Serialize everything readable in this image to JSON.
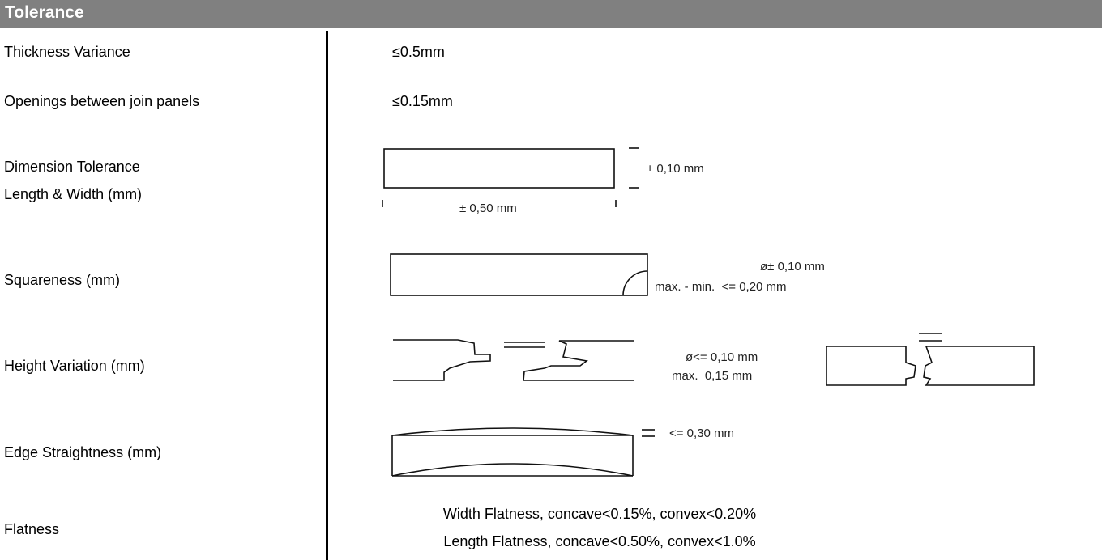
{
  "header": {
    "title": "Tolerance"
  },
  "rows": [
    {
      "label": "Thickness Variance",
      "value": "≤0.5mm"
    },
    {
      "label": "Openings between join panels",
      "value": "≤0.15mm"
    },
    {
      "label_line1": "Dimension Tolerance",
      "label_line2": "Length & Width (mm)",
      "thickness_tol": "± 0,10 mm",
      "length_tol": "± 0,50 mm"
    },
    {
      "label": "Squareness (mm)",
      "line1": "ø± 0,10 mm",
      "line2": "max. - min.  <= 0,20 mm"
    },
    {
      "label": "Height Variation (mm)",
      "line1": "ø<= 0,10 mm",
      "line2": "max.  0,15 mm"
    },
    {
      "label": "Edge Straightness (mm)",
      "line1": "<= 0,30 mm"
    },
    {
      "label": "Flatness",
      "line1": "Width Flatness, concave<0.15%, convex<0.20%",
      "line2": "Length Flatness, concave<0.50%, convex<1.0%"
    }
  ]
}
